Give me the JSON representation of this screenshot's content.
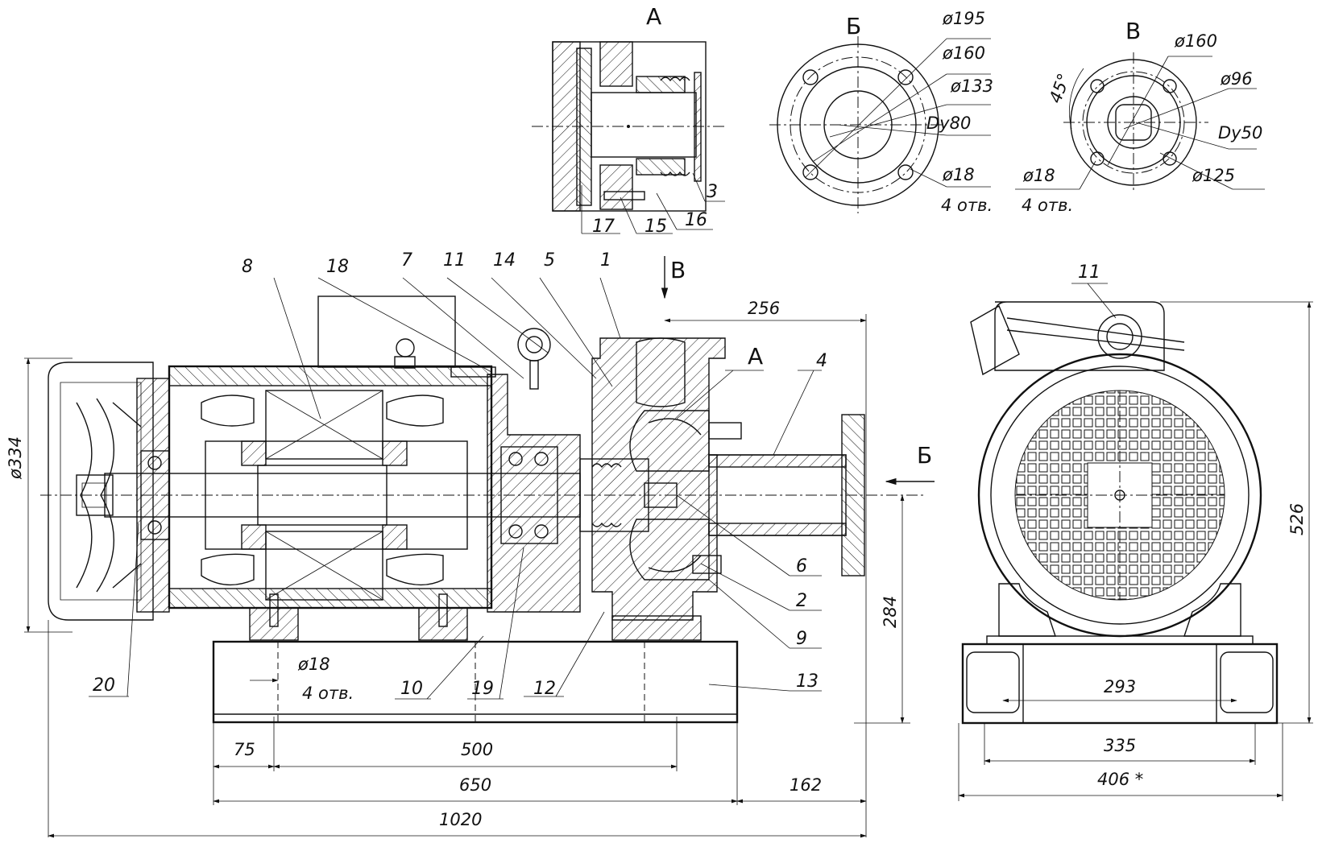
{
  "views": {
    "detail_a_title": "А",
    "view_b_title": "Б",
    "view_v_title": "В",
    "arrow_v": "В",
    "arrow_b": "Б",
    "arrow_a": "А"
  },
  "flange_b": {
    "d195": "ø195",
    "d160": "ø160",
    "d133": "ø133",
    "dy": "Dy80",
    "d18": "ø18",
    "holes": "4 отв."
  },
  "flange_v": {
    "d160": "ø160",
    "d96": "ø96",
    "dy": "Dy50",
    "d125": "ø125",
    "d18": "ø18",
    "holes": "4 отв.",
    "angle": "45°"
  },
  "detail_a_positions": [
    "17",
    "15",
    "16",
    "3"
  ],
  "main_positions": {
    "p8": "8",
    "p18": "18",
    "p7": "7",
    "p11": "11",
    "p14": "14",
    "p5": "5",
    "p1": "1",
    "pA": "А",
    "p4": "4",
    "p6": "6",
    "p2": "2",
    "p9": "9",
    "p13": "13",
    "p12": "12",
    "p19": "19",
    "p10": "10",
    "p20": "20"
  },
  "end_view_positions": {
    "p11": "11"
  },
  "dimensions": {
    "d334": "ø334",
    "d256": "256",
    "d284": "284",
    "d18": "ø18",
    "holes": "4 отв.",
    "d75": "75",
    "d500": "500",
    "d650": "650",
    "d162": "162",
    "d1020": "1020",
    "d526": "526",
    "d293": "293",
    "d335": "335",
    "d406": "406 *"
  }
}
